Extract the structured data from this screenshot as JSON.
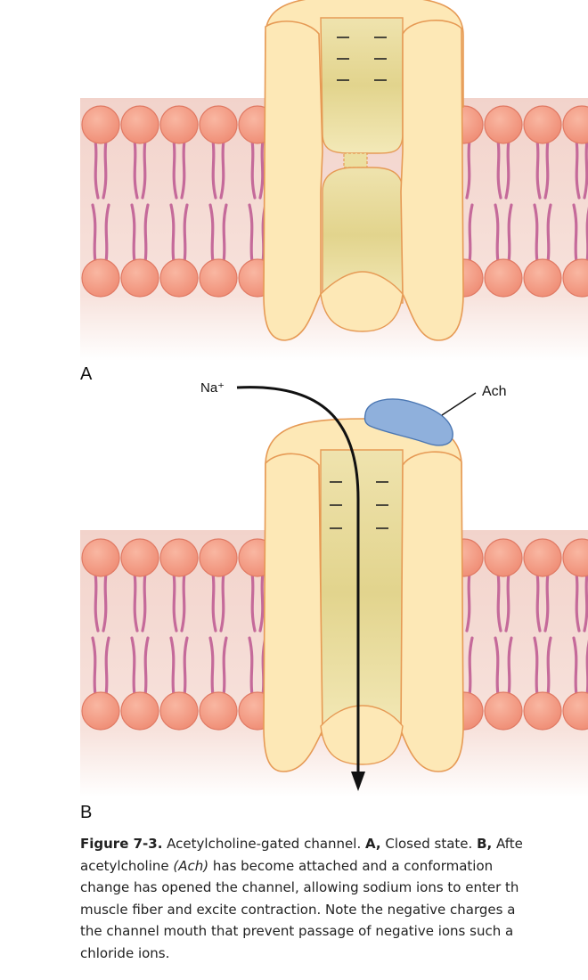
{
  "panels": [
    {
      "label": "A",
      "state": "closed"
    },
    {
      "label": "B",
      "state": "open"
    }
  ],
  "labels": {
    "na": "Na⁺",
    "ach": "Ach"
  },
  "caption": {
    "figure_label": "Figure 7-3.",
    "lines": [
      [
        {
          "text": "Figure 7-3.",
          "bold": true
        },
        {
          "text": " Acetylcholine-gated channel. "
        },
        {
          "text": "A,",
          "bold": true
        },
        {
          "text": " Closed state. "
        },
        {
          "text": "B,",
          "bold": true
        },
        {
          "text": " Afte"
        }
      ],
      [
        {
          "text": "acetylcholine "
        },
        {
          "text": "(Ach)",
          "italic": true
        },
        {
          "text": " has become attached and a conformation"
        }
      ],
      [
        {
          "text": "change has opened the channel, allowing sodium ions to enter th"
        }
      ],
      [
        {
          "text": "muscle fiber and excite contraction. Note the negative charges a"
        }
      ],
      [
        {
          "text": "the channel mouth that prevent passage of negative ions such a"
        }
      ],
      [
        {
          "text": "chloride ions."
        }
      ]
    ]
  },
  "colors": {
    "lipid_head": "#f39d84",
    "lipid_head_stroke": "#e07a64",
    "lipid_tail": "#c56a9a",
    "membrane_bg": "#f7ddd6",
    "protein_fill": "#fde8b6",
    "protein_stroke": "#e69a55",
    "pore_fill": "#e9dd9c",
    "ach_fill": "#8fb0dc",
    "ach_stroke": "#4a76b2"
  }
}
